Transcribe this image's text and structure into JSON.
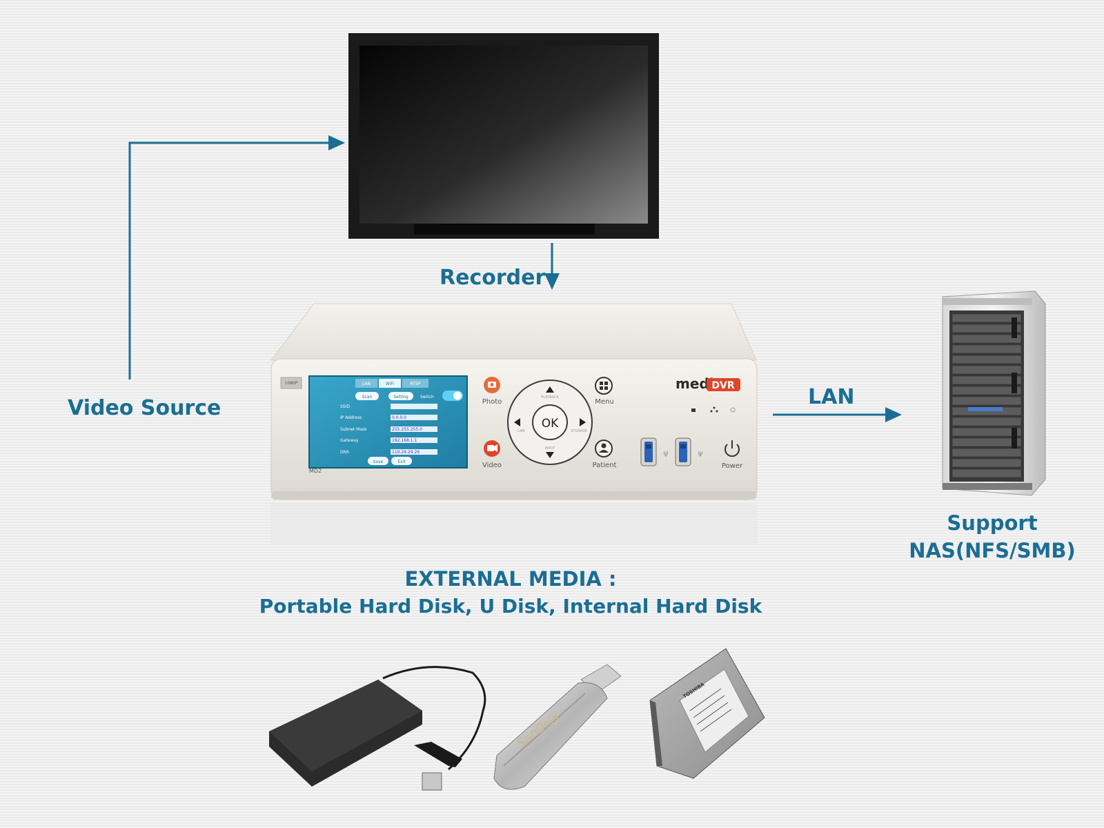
{
  "labels": {
    "video_source": "Video Source",
    "recorder": "Recorder",
    "lan": "LAN",
    "nas_line1": "Support",
    "nas_line2": "NAS(NFS/SMB)",
    "external_line1": "EXTERNAL MEDIA :",
    "external_line2": "Portable Hard Disk, U Disk, Internal Hard Disk"
  },
  "device": {
    "brand_prefix": "medi",
    "brand_suffix": "DVR",
    "model": "MD2",
    "badge": "1080P",
    "ok": "OK",
    "dpad_up": "PLAYBACK",
    "dpad_left": "CAM",
    "dpad_right": "STORAGE",
    "dpad_down": "INPUT",
    "btn_photo": "Photo",
    "btn_video": "Video",
    "btn_menu": "Menu",
    "btn_patient": "Patient",
    "btn_power": "Power",
    "screen": {
      "tabs": [
        "LAN",
        "WiFi",
        "RTSP"
      ],
      "scan": "Scan",
      "setting": "Setting",
      "switch": "Switch",
      "fields": [
        {
          "label": "SSID",
          "value": ""
        },
        {
          "label": "IP Address",
          "value": "0.0.0.0"
        },
        {
          "label": "Subnet Mask",
          "value": "255.255.255.0"
        },
        {
          "label": "Gateway",
          "value": "192.168.1.1"
        },
        {
          "label": "DNS",
          "value": "119.29.29.29"
        }
      ],
      "save": "Save",
      "exit": "Exit"
    }
  },
  "media": {
    "usb_brand": "SanDisk",
    "ssd_brand": "TOSHIBA"
  },
  "colors": {
    "accent": "#1a6e94",
    "screen_bg": "#2a8fb3",
    "button_red": "#e0452a"
  }
}
